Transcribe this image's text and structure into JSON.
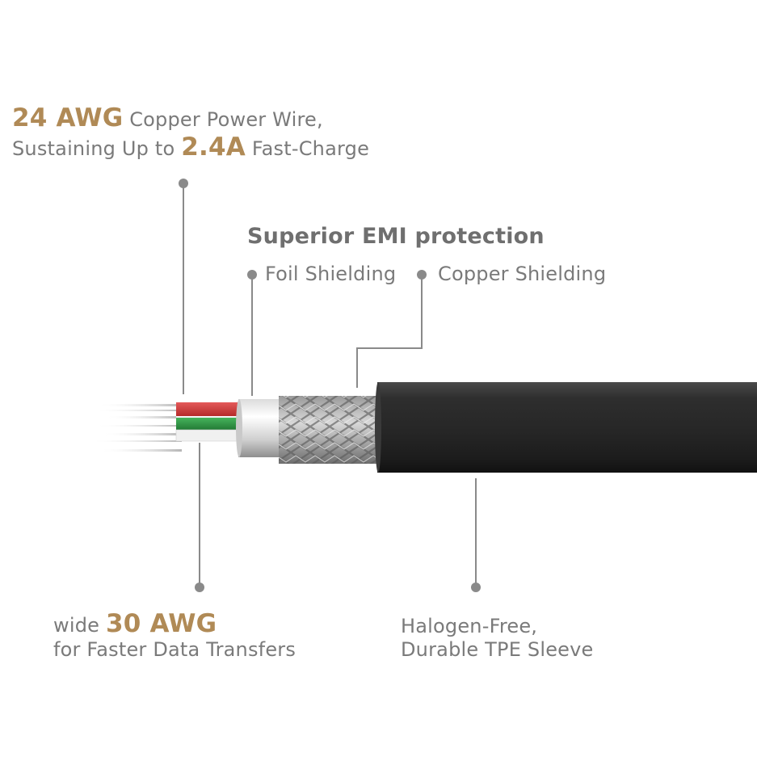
{
  "labels": {
    "power_wire": {
      "gauge": "24 AWG",
      "line1_rest": "Copper Power Wire,",
      "line2_start": "Sustaining Up to",
      "current": "2.4A",
      "line2_end": "Fast-Charge"
    },
    "emi": {
      "title": "Superior EMI protection",
      "foil": "Foil Shielding",
      "copper": "Copper Shielding"
    },
    "data_wire": {
      "prefix": "wide",
      "gauge": "30 AWG",
      "line2": "for Faster Data Transfers"
    },
    "sleeve": {
      "line1": "Halogen-Free,",
      "line2": "Durable TPE Sleeve"
    }
  },
  "colors": {
    "highlight": "#b08a56",
    "text": "#7a7a7a",
    "title": "#6f6f6f",
    "leader": "#8a8a8a",
    "red_wire": "#d23a3a",
    "green_wire": "#2f9a45",
    "jacket": "#2b2b2b"
  }
}
